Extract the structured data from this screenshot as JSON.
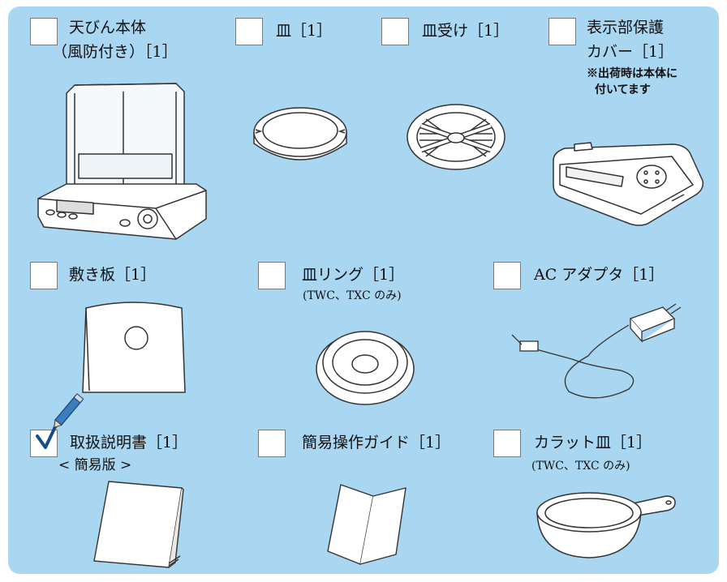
{
  "items": [
    {
      "id": "balance",
      "line1": "天びん本体",
      "line2": "（風防付き）［1］",
      "checked": false
    },
    {
      "id": "pan",
      "line1": "皿［1］",
      "checked": false
    },
    {
      "id": "pan-support",
      "line1": "皿受け［1］",
      "checked": false
    },
    {
      "id": "display-cover",
      "line1": "表示部保護",
      "line2": "カバー［1］",
      "note1": "※出荷時は本体に",
      "note2": "付いてます",
      "checked": false
    },
    {
      "id": "base-plate",
      "line1": "敷き板［1］",
      "checked": false
    },
    {
      "id": "pan-ring",
      "line1": "皿リング［1］",
      "note1": "(TWC、TXC のみ)",
      "checked": false
    },
    {
      "id": "ac-adapter",
      "line1": "AC アダプタ［1］",
      "checked": false
    },
    {
      "id": "manual",
      "line1": "取扱説明書［1］",
      "line2": "< 簡易版 >",
      "checked": true
    },
    {
      "id": "quick-guide",
      "line1": "簡易操作ガイド［1］",
      "checked": false
    },
    {
      "id": "carat-pan",
      "line1": "カラット皿［1］",
      "note1": "(TWC、TXC のみ)",
      "checked": false
    }
  ]
}
